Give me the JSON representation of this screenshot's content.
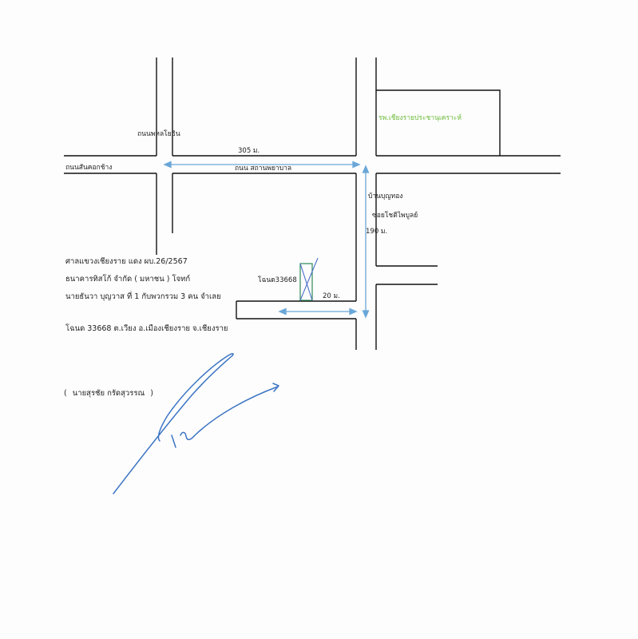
{
  "map": {
    "labels": {
      "road_phahon": "ถนนพหลโยธิน",
      "road_san_khok_chang": "ถนนสันคอกช้าง",
      "distance_305": "305 ม.",
      "road_sathan_phayaban": "ถนน สถานพยาบาล",
      "hospital": "รพ.เชียงรายประชานุเคราะห์",
      "ban_bun_thong": "บ้านบุญทอง",
      "soi_chotiphaibun": "ซอยโชติไพบูลย์",
      "distance_190": "190 ม.",
      "deed_box": "โฉนด33668",
      "distance_20": "20 ม."
    },
    "colors": {
      "road_line": "#111111",
      "arrow": "#6aa7d8",
      "hospital_text": "#6dbb3a",
      "mark_box": "#2e8b57",
      "mark_cross": "#4a6fc9",
      "signature_ink": "#3b74c4"
    }
  },
  "case_info": {
    "line1": "ศาลแขวงเชียงราย แดง ผบ.26/2567",
    "line2": "ธนาคารทิสโก้ จำกัด ( มหาชน )  โจทก์",
    "line3": "นายธันวา บุญวาส ที่ 1 กับพวกรวม 3 คน จำเลย",
    "line4": "โฉนด 33668 ต.เวียง อ.เมืองเชียงราย จ.เชียงราย"
  },
  "signature": {
    "open_paren": "(",
    "name": "นายสุรชัย  กรัดสุวรรณ",
    "close_paren": ")"
  }
}
